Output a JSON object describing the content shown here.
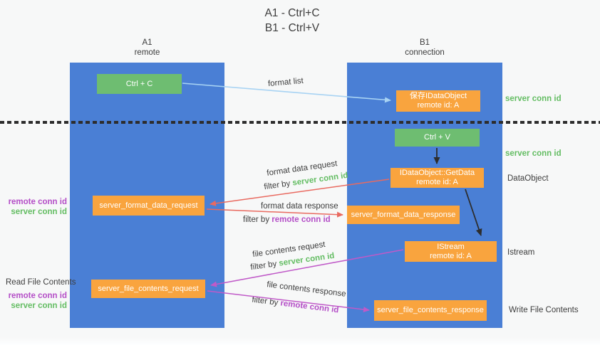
{
  "title": {
    "line1": "A1 - Ctrl+C",
    "line2": "B1 - Ctrl+V"
  },
  "columns": {
    "a": {
      "id": "A1",
      "role": "remote"
    },
    "b": {
      "id": "B1",
      "role": "connection"
    }
  },
  "boxes": {
    "ctrl_c": {
      "label": "Ctrl + C"
    },
    "save_idataobject": {
      "line1": "保存IDataObject",
      "line2": "remote id: A"
    },
    "ctrl_v": {
      "label": "Ctrl + V"
    },
    "getdata": {
      "line1": "IDataObject::GetData",
      "line2": "remote id: A"
    },
    "format_request": {
      "label": "server_format_data_request"
    },
    "format_response": {
      "label": "server_format_data_response"
    },
    "istream": {
      "line1": "IStream",
      "line2": "remote id: A"
    },
    "file_request": {
      "label": "server_file_contents_request"
    },
    "file_response": {
      "label": "server_file_contents_response"
    }
  },
  "arrow_labels": {
    "format_list": "format list",
    "format_data_request": "format data request",
    "filter_server_1": {
      "prefix": "filter by",
      "keyword": "server conn id"
    },
    "format_data_response": "format data response",
    "filter_remote_1": {
      "prefix": "filter by",
      "keyword": "remote conn id"
    },
    "file_contents_request": "file contents request",
    "filter_server_2": {
      "prefix": "filter by",
      "keyword": "server conn id"
    },
    "file_contents_response": "file contents response",
    "filter_remote_2": {
      "prefix": "filter by",
      "keyword": "remote conn id"
    }
  },
  "side_labels": {
    "right_server_conn_1": "server conn id",
    "right_server_conn_2": "server conn id",
    "dataobject": "DataObject",
    "istream": "Istream",
    "write_file_contents": "Write File Contents",
    "left_remote_conn_1": "remote conn id",
    "left_server_conn_1": "server conn id",
    "read_file_contents": "Read File Contents",
    "left_remote_conn_2": "remote conn id",
    "left_server_conn_2": "server conn id"
  },
  "colors": {
    "column_blue": "#4a7fd5",
    "box_green": "#6ebd71",
    "box_orange": "#f9a43e",
    "arrow_light_blue": "#a8d3f3",
    "arrow_red": "#e96a60",
    "arrow_purple": "#c05ac8",
    "arrow_black": "#2d2d2d",
    "text_green": "#64bd63",
    "text_purple": "#b44ec7",
    "text_dark": "#3d3d3d"
  }
}
